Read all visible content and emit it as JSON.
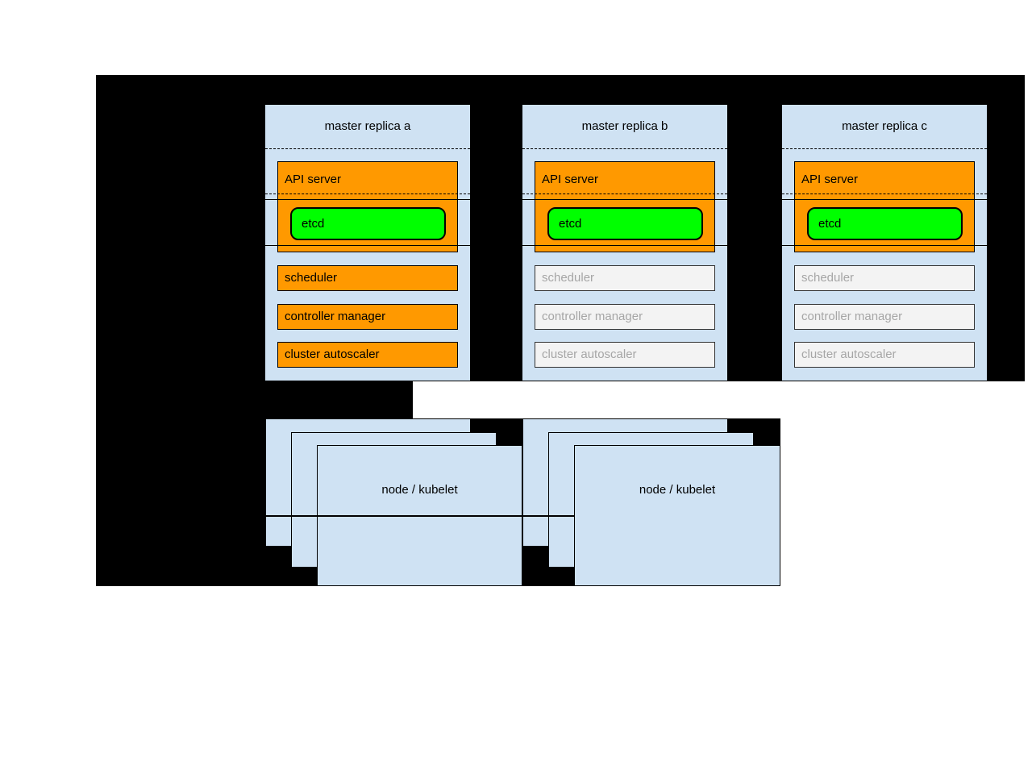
{
  "diagram": {
    "replicas": [
      {
        "title": "master replica a",
        "api_server_label": "API server",
        "etcd_label": "etcd",
        "scheduler_label": "scheduler",
        "controller_manager_label": "controller manager",
        "cluster_autoscaler_label": "cluster autoscaler",
        "state": "active"
      },
      {
        "title": "master replica b",
        "api_server_label": "API server",
        "etcd_label": "etcd",
        "scheduler_label": "scheduler",
        "controller_manager_label": "controller manager",
        "cluster_autoscaler_label": "cluster autoscaler",
        "state": "inactive"
      },
      {
        "title": "master replica c",
        "api_server_label": "API server",
        "etcd_label": "etcd",
        "scheduler_label": "scheduler",
        "controller_manager_label": "controller manager",
        "cluster_autoscaler_label": "cluster autoscaler",
        "state": "inactive"
      }
    ],
    "node_groups": [
      {
        "label": "node / kubelet"
      },
      {
        "label": "node / kubelet"
      }
    ],
    "colors": {
      "background": "#000000",
      "box_blue": "#cfe2f3",
      "active_orange": "#ff9900",
      "etcd_green": "#00ff00",
      "inactive_fill": "#f3f3f3",
      "inactive_text": "#a6a6a6"
    }
  }
}
